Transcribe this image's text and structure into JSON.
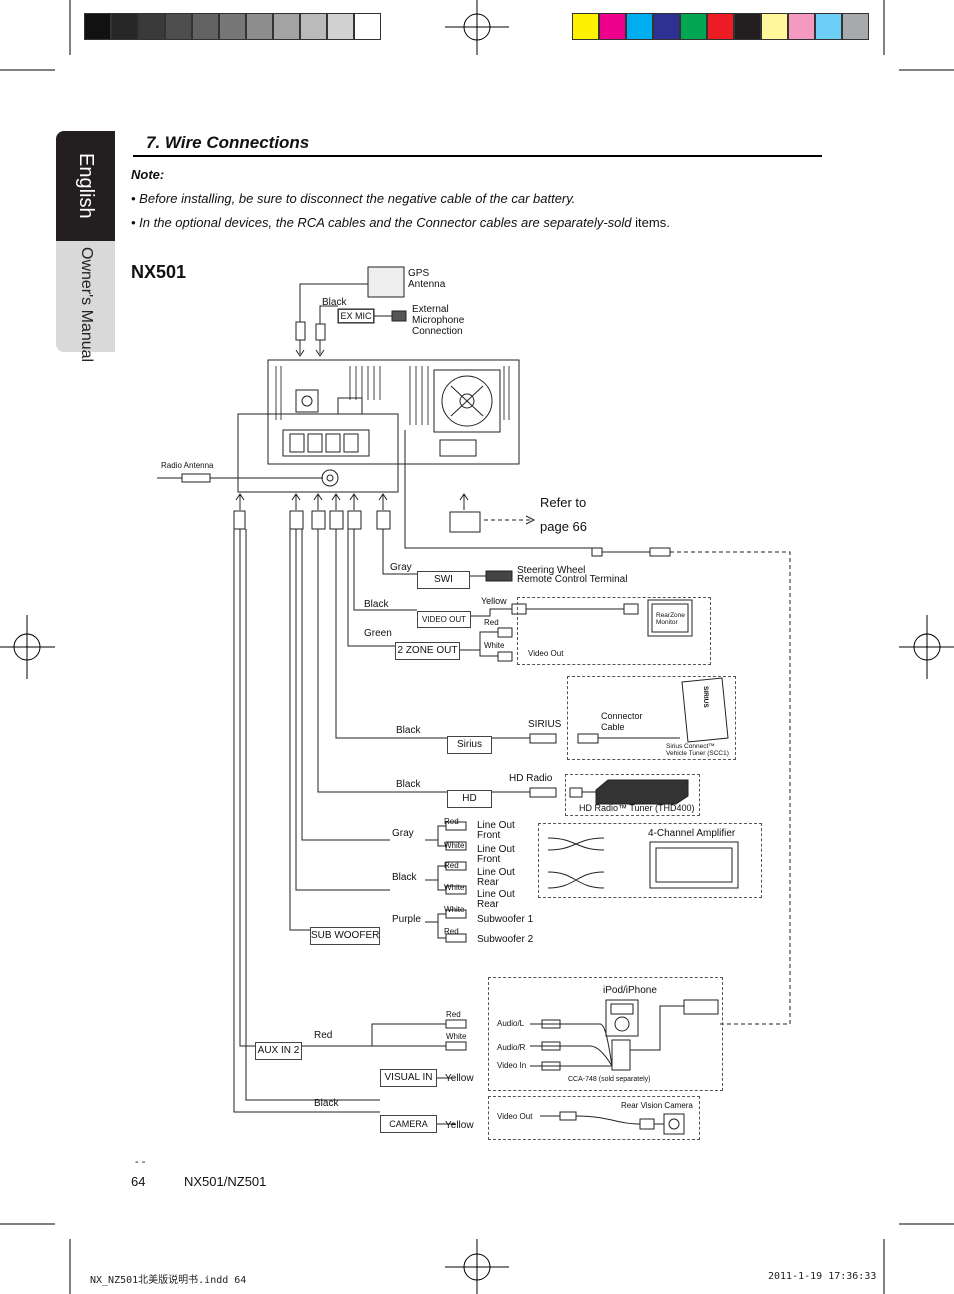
{
  "colors": {
    "gray_bar": [
      "#111111",
      "#262626",
      "#3a3a3a",
      "#4e4e4e",
      "#636363",
      "#777777",
      "#8d8d8d",
      "#a3a3a3",
      "#bababa",
      "#d2d2d2",
      "#ffffff"
    ],
    "color_bar": [
      "#fff200",
      "#ec008c",
      "#00aeef",
      "#2e3192",
      "#00a651",
      "#ed1c24",
      "#231f20",
      "#fff799",
      "#f49ac1",
      "#6dcff6",
      "#a7a9ac"
    ],
    "tab_dark": "#231f20",
    "tab_light": "#d9d9d9"
  },
  "side_tabs": {
    "language": "English",
    "manual": "Owner's Manual"
  },
  "section": {
    "title": "7. Wire Connections"
  },
  "notes": {
    "heading": "Note:",
    "items": [
      {
        "text": "• Before installing, be sure to disconnect the negative cable of the car battery.",
        "tail": ""
      },
      {
        "text": "• In the optional devices, the RCA cables and the Connector cables are separately-sold",
        "tail": " items."
      }
    ]
  },
  "diagram": {
    "model": "NX501",
    "top": {
      "gps": "GPS\nAntenna",
      "black": "Black",
      "ex_mic": "EX MIC",
      "ext_mic": "External\nMicrophone\nConnection"
    },
    "radio_antenna": "Radio Antenna",
    "refer": {
      "line1": "Refer to",
      "line2": "page 66"
    },
    "swi": {
      "wire": "Gray",
      "box": "SWI",
      "desc": "Steering Wheel\nRemote Control Terminal"
    },
    "video_out": {
      "wire": "Black",
      "box": "VIDEO OUT",
      "yellow": "Yellow",
      "monitor": "RearZone\nMonitor",
      "label": "Video Out"
    },
    "zone2": {
      "wire": "Green",
      "box": "2 ZONE OUT",
      "red": "Red",
      "white": "White"
    },
    "sirius": {
      "wire": "Black",
      "box": "Sirius",
      "plug": "SIRIUS",
      "cable": "Connector\nCable",
      "tuner": "Sirius Connect™\nVehicle Tuner (SCC1)",
      "logo": "SIRIUS"
    },
    "hd": {
      "wire": "Black",
      "box": "HD",
      "plug": "HD Radio",
      "tuner": "HD Radio™ Tuner (THD400)"
    },
    "line_out": {
      "gray": "Gray",
      "black": "Black",
      "red": "Red",
      "white": "White",
      "front1": "Line Out\nFront",
      "front2": "Line Out\nFront",
      "rear1": "Line Out\nRear",
      "rear2": "Line Out\nRear",
      "amp": "4-Channel Amplifier"
    },
    "sub": {
      "wire": "Purple",
      "box": "SUB WOOFER",
      "white": "White",
      "red": "Red",
      "sw1": "Subwoofer 1",
      "sw2": "Subwoofer 2"
    },
    "aux": {
      "wire": "Red",
      "box": "AUX IN 2",
      "red": "Red",
      "white": "White",
      "ipod": "iPod/iPhone",
      "audio_l": "Audio/L",
      "audio_r": "Audio/R",
      "video_in": "Video In",
      "cca": "CCA-748 (sold separately)"
    },
    "visual": {
      "box": "VISUAL IN",
      "yellow": "Yellow"
    },
    "camera": {
      "wire": "Black",
      "box": "CAMERA",
      "yellow": "Yellow",
      "video_out": "Video Out",
      "cam": "Rear Vision Camera"
    }
  },
  "footer": {
    "dash": "- -",
    "page": "64",
    "model": "NX501/NZ501"
  },
  "slug": {
    "file": "NX_NZ501北美版说明书.indd   64",
    "date": "2011-1-19   17:36:33"
  }
}
